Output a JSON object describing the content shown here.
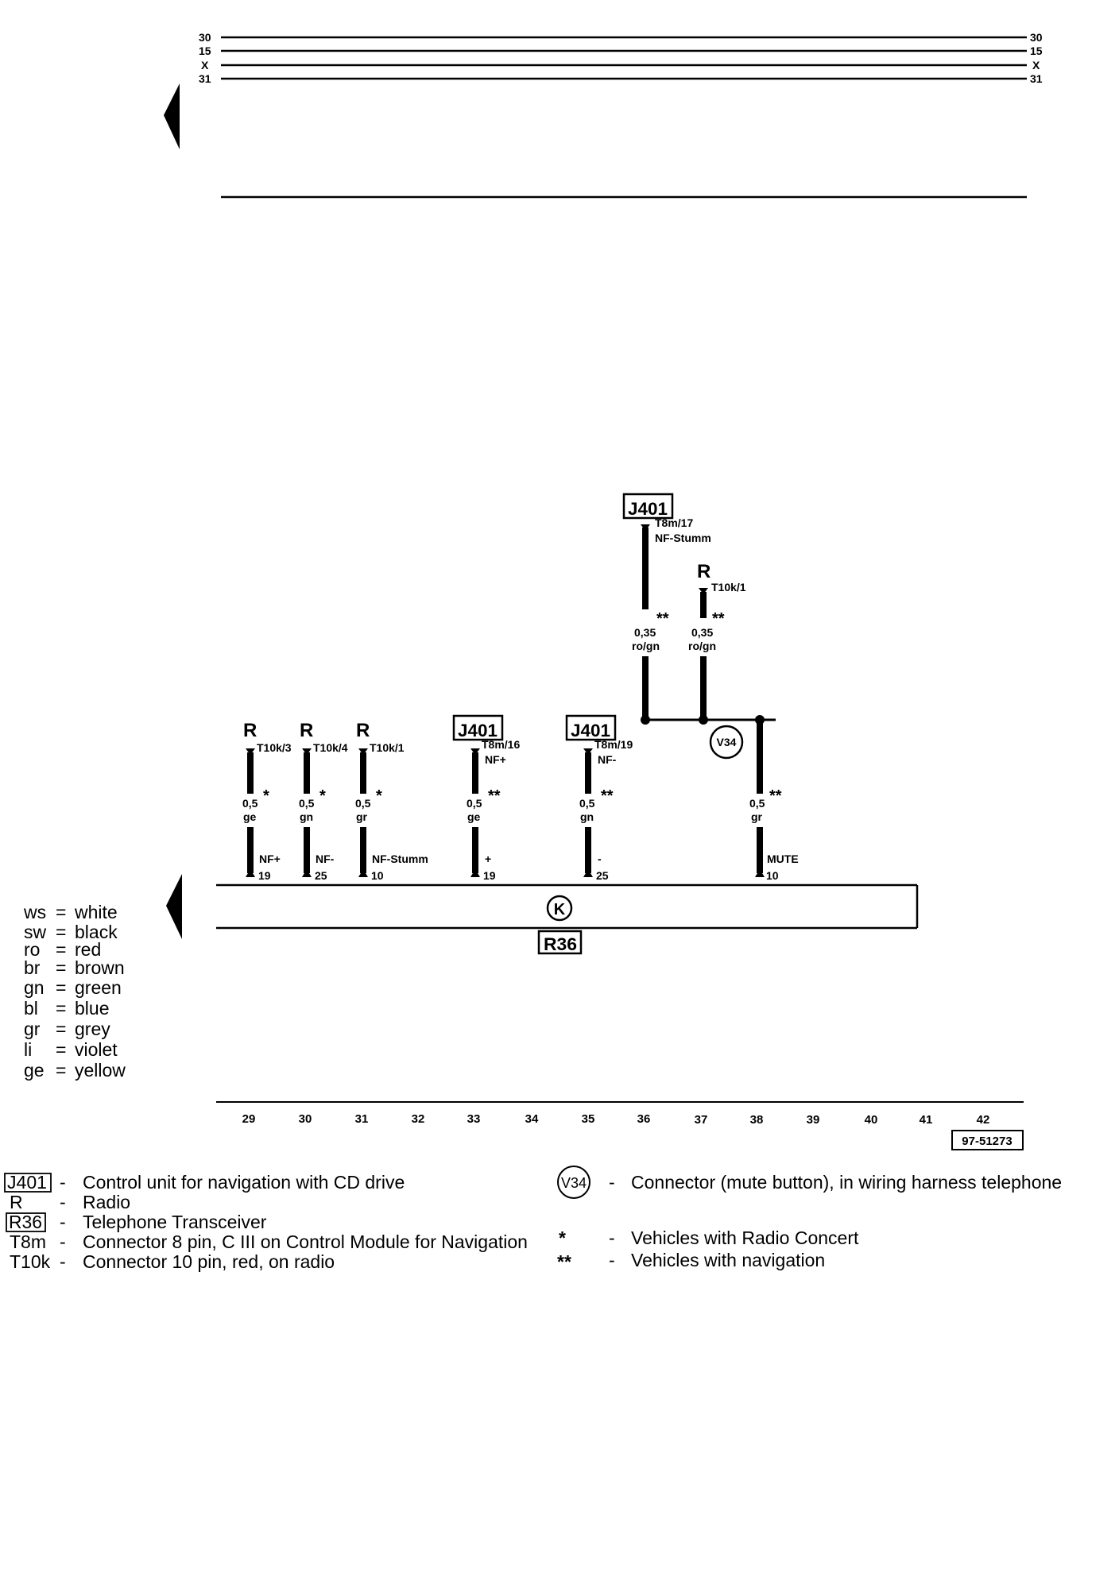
{
  "bus_lines": [
    {
      "id": "30",
      "left": "30",
      "right": "30"
    },
    {
      "id": "15",
      "left": "15",
      "right": "15"
    },
    {
      "id": "X",
      "left": "X",
      "right": "X"
    },
    {
      "id": "31",
      "left": "31",
      "right": "31"
    }
  ],
  "components": {
    "j401_top": "J401",
    "r_top": "R",
    "r_1": "R",
    "r_2": "R",
    "r_3": "R",
    "j401_a": "J401",
    "j401_b": "J401",
    "v34": "V34",
    "r36": "R36",
    "r36_symbol": "K"
  },
  "wires": {
    "w1": {
      "pin": "T10k/3",
      "size": "0,5",
      "star": "*",
      "color": "ge",
      "func": "NF+",
      "num": "19"
    },
    "w2": {
      "pin": "T10k/4",
      "size": "0,5",
      "star": "*",
      "color": "gn",
      "func": "NF-",
      "num": "25"
    },
    "w3": {
      "pin": "T10k/1",
      "size": "0,5",
      "star": "*",
      "color": "gr",
      "func": "NF-Stumm",
      "num": "10"
    },
    "w4": {
      "pin": "T8m/16",
      "sub": "NF+",
      "size": "0,5",
      "star": "**",
      "color": "ge",
      "func": "+",
      "num": "19"
    },
    "w5": {
      "pin": "T8m/19",
      "sub": "NF-",
      "size": "0,5",
      "star": "**",
      "color": "gn",
      "func": "-",
      "num": "25"
    },
    "w6": {
      "size": "0,5",
      "star": "**",
      "color": "gr",
      "func": "MUTE",
      "num": "10"
    },
    "w_top1": {
      "pin": "T8m/17",
      "sub": "NF-Stumm",
      "size": "0,35",
      "star": "**",
      "color": "ro/gn"
    },
    "w_top2": {
      "pin": "T10k/1",
      "size": "0,35",
      "star": "**",
      "color": "ro/gn"
    }
  },
  "color_codes": [
    {
      "code": "ws",
      "name": "white"
    },
    {
      "code": "sw",
      "name": "black"
    },
    {
      "code": "ro",
      "name": "red"
    },
    {
      "code": "br",
      "name": "brown"
    },
    {
      "code": "gn",
      "name": "green"
    },
    {
      "code": "bl",
      "name": "blue"
    },
    {
      "code": "gr",
      "name": "grey"
    },
    {
      "code": "li",
      "name": "violet"
    },
    {
      "code": "ge",
      "name": "yellow"
    }
  ],
  "eq": "=",
  "positions": [
    "29",
    "30",
    "31",
    "32",
    "33",
    "34",
    "35",
    "36",
    "37",
    "38",
    "39",
    "40",
    "41",
    "42"
  ],
  "ref": "97-51273",
  "key_left": [
    {
      "code": "J401",
      "dash": "-",
      "desc": "Control unit for navigation with CD drive"
    },
    {
      "code": "R",
      "dash": "-",
      "desc": "Radio"
    },
    {
      "code": "R36",
      "dash": "-",
      "desc": "Telephone Transceiver"
    },
    {
      "code": "T8m",
      "dash": "-",
      "desc": "Connector 8 pin, C III on Control Module for Navigation"
    },
    {
      "code": "T10k",
      "dash": "-",
      "desc": "Connector 10 pin, red, on radio"
    }
  ],
  "key_right": [
    {
      "code": "V34",
      "dash": "-",
      "desc": "Connector (mute button), in wiring harness telephone"
    },
    {
      "code": "*",
      "dash": "-",
      "desc": "Vehicles with Radio Concert"
    },
    {
      "code": "**",
      "dash": "-",
      "desc": "Vehicles with navigation"
    }
  ]
}
